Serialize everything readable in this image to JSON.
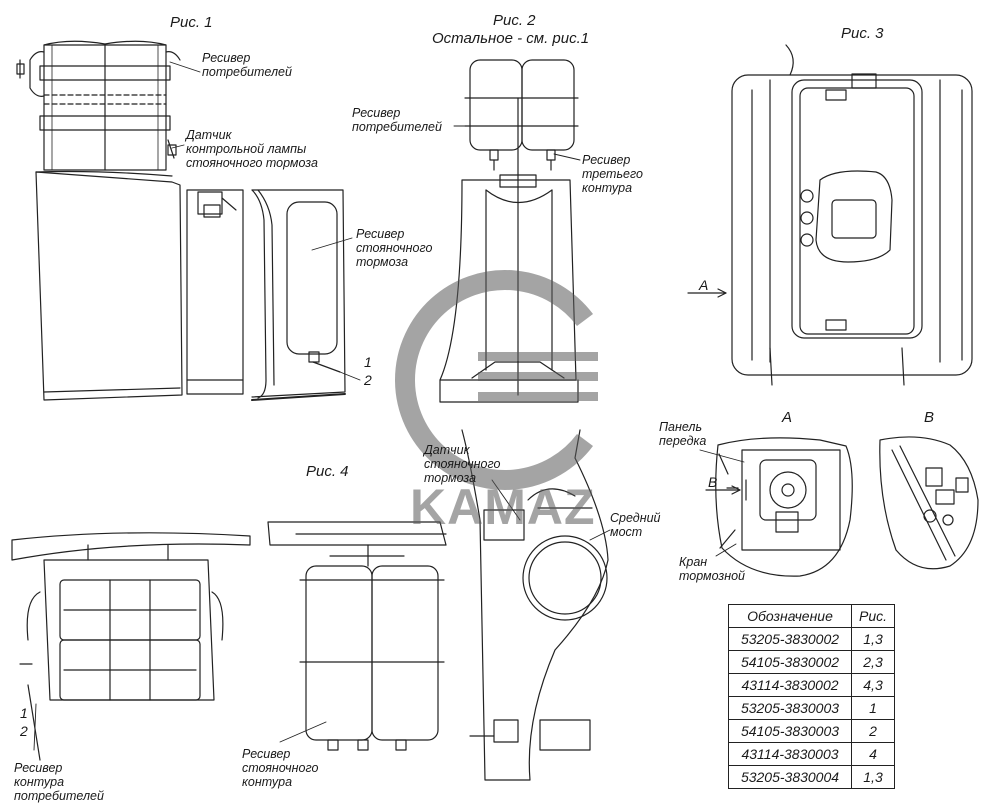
{
  "figures": {
    "fig1": "Рис. 1",
    "fig2_title": "Рис. 2",
    "fig2_sub": "Остальное - см. рис.1",
    "fig3": "Рис. 3",
    "fig4": "Рис. 4"
  },
  "labels": {
    "fig1_receiver_consumers": [
      "Ресивер",
      "потребителей"
    ],
    "fig1_sensor": [
      "Датчик",
      "контрольной лампы",
      "стояночного тормоза"
    ],
    "fig1_receiver_parking": [
      "Ресивер",
      "стояночного",
      "тормоза"
    ],
    "fig2_receiver_consumers": [
      "Ресивер",
      "потребителей"
    ],
    "fig2_receiver_third": [
      "Ресивер",
      "третьего",
      "контура"
    ],
    "fig4_sensor": [
      "Датчик",
      "стояночного",
      "тормоза"
    ],
    "fig4_middle_axle": [
      "Средний",
      "мост"
    ],
    "fig4_receiver_parking": [
      "Ресивер",
      "стояночного",
      "контура"
    ],
    "fig4_receiver_consumers": [
      "Ресивер",
      "контура",
      "потребителей"
    ],
    "view_a_panel": [
      "Панель",
      "передка"
    ],
    "view_a_valve": [
      "Кран",
      "тормозной"
    ]
  },
  "markers": {
    "one": "1",
    "two": "2",
    "arrow_a": "A",
    "view_a": "A",
    "view_b": "B",
    "arrow_b": "B"
  },
  "watermark": {
    "brand": "KAMAZ"
  },
  "spec_table": {
    "headers": [
      "Обозначение",
      "Рис."
    ],
    "rows": [
      [
        "53205-3830002",
        "1,3"
      ],
      [
        "54105-3830002",
        "2,3"
      ],
      [
        "43114-3830002",
        "4,3"
      ],
      [
        "53205-3830003",
        "1"
      ],
      [
        "54105-3830003",
        "2"
      ],
      [
        "43114-3830003",
        "4"
      ],
      [
        "53205-3830004",
        "1,3"
      ]
    ]
  }
}
